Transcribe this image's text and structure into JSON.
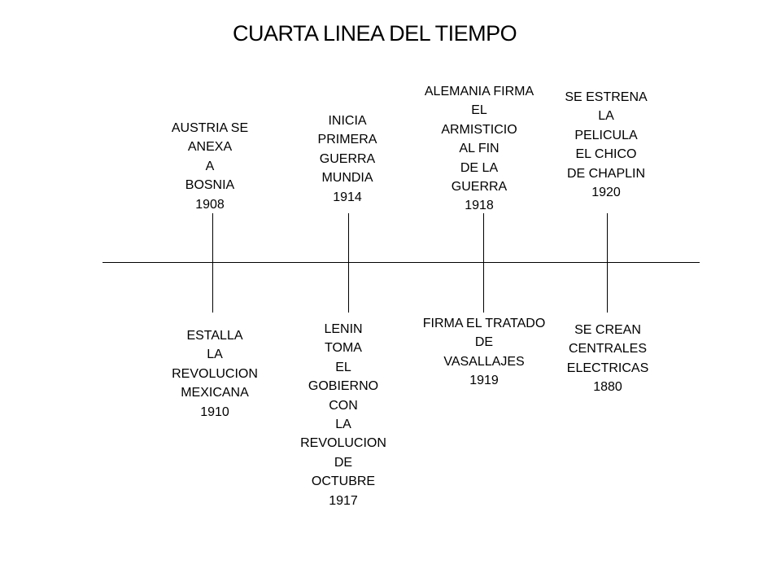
{
  "title": "CUARTA LINEA DEL TIEMPO",
  "events_above": [
    {
      "lines": [
        "AUSTRIA SE",
        "ANEXA",
        "A",
        "BOSNIA",
        "1908"
      ]
    },
    {
      "lines": [
        "INICIA",
        "PRIMERA",
        "GUERRA",
        "MUNDIA",
        "1914"
      ]
    },
    {
      "lines": [
        "ALEMANIA FIRMA",
        "EL",
        "ARMISTICIO",
        "AL FIN",
        "DE LA",
        "GUERRA",
        "1918"
      ]
    },
    {
      "lines": [
        "SE ESTRENA",
        "LA",
        "PELICULA",
        "EL CHICO",
        "DE CHAPLIN",
        "1920"
      ]
    }
  ],
  "events_below": [
    {
      "lines": [
        "ESTALLA",
        "LA",
        "REVOLUCION",
        "MEXICANA",
        "1910"
      ]
    },
    {
      "lines": [
        "LENIN",
        "TOMA",
        "EL",
        "GOBIERNO",
        "CON",
        "LA",
        "REVOLUCION",
        "DE",
        "OCTUBRE",
        "1917"
      ]
    },
    {
      "lines": [
        "FIRMA EL TRATADO",
        "DE",
        "VASALLAJES",
        "1919"
      ]
    },
    {
      "lines": [
        "SE CREAN",
        "CENTRALES",
        "ELECTRICAS",
        "1880"
      ]
    }
  ]
}
